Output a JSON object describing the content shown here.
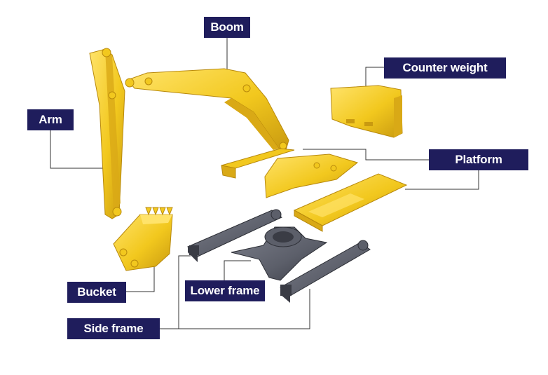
{
  "diagram": {
    "labels": {
      "boom": "Boom",
      "counter_weight": "Counter weight",
      "arm": "Arm",
      "platform": "Platform",
      "bucket": "Bucket",
      "lower_frame": "Lower frame",
      "side_frame": "Side frame"
    },
    "colors": {
      "label_background": "#1f1d5c",
      "label_text": "#ffffff",
      "yellow_part": "#f2c81e",
      "yellow_shade": "#c99a10",
      "yellow_light": "#ffe36a",
      "gray_part": "#5c5f6a",
      "gray_shade": "#3a3c45",
      "leader_line": "#333333"
    }
  }
}
